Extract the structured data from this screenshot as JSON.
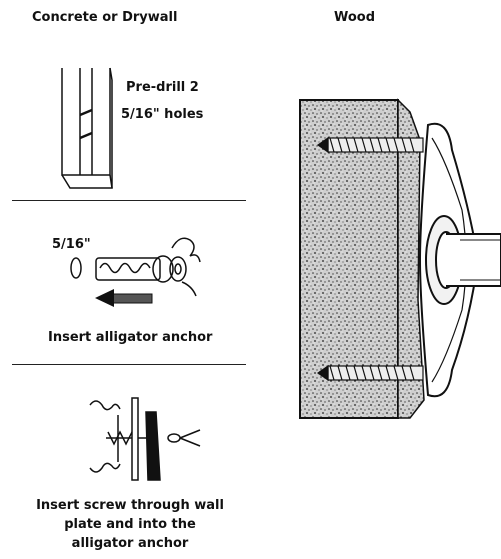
{
  "headings": {
    "left": "Concrete or  Drywall",
    "right": "Wood"
  },
  "step1": {
    "line1": "Pre-drill 2",
    "line2": "5/16\" holes"
  },
  "step2": {
    "size_label": "5/16\"",
    "caption": "Insert alligator anchor"
  },
  "step3": {
    "line1": "Insert screw through wall",
    "line2": "plate and into the",
    "line3": "alligator anchor"
  }
}
